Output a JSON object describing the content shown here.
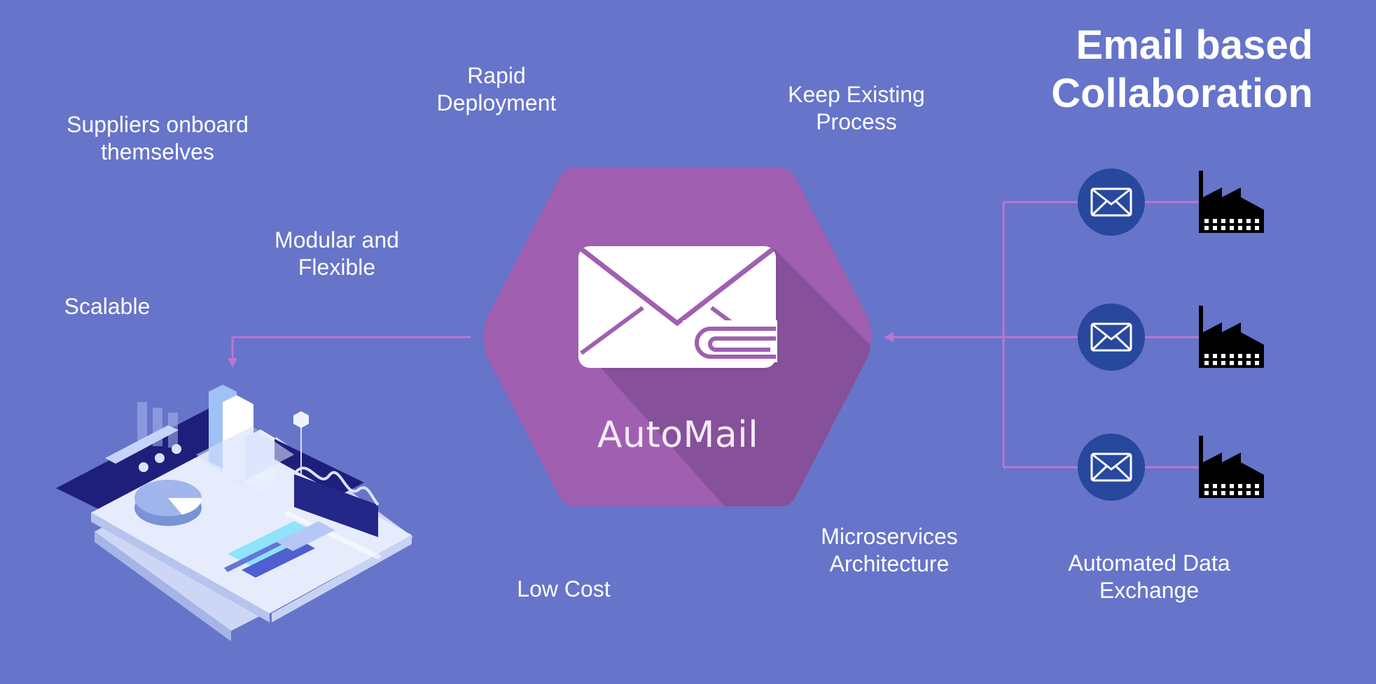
{
  "title": {
    "line1": "Email based",
    "line2": "Collaboration"
  },
  "center": {
    "label": "AutoMail",
    "icon": "envelope-paperclip-icon"
  },
  "features": {
    "rapid_deployment": {
      "line1": "Rapid",
      "line2": "Deployment"
    },
    "keep_existing_process": {
      "line1": "Keep Existing",
      "line2": "Process"
    },
    "suppliers_onboard": {
      "line1": "Suppliers onboard",
      "line2": "themselves"
    },
    "modular_flexible": {
      "line1": "Modular and",
      "line2": "Flexible"
    },
    "scalable": {
      "line1": "Scalable"
    },
    "low_cost": {
      "line1": "Low Cost"
    },
    "microservices": {
      "line1": "Microservices",
      "line2": "Architecture"
    },
    "automated_exchange": {
      "line1": "Automated Data",
      "line2": "Exchange"
    }
  },
  "suppliers": [
    {
      "icon": "factory-icon",
      "mail_icon": "mail-circle-icon"
    },
    {
      "icon": "factory-icon",
      "mail_icon": "mail-circle-icon"
    },
    {
      "icon": "factory-icon",
      "mail_icon": "mail-circle-icon"
    }
  ],
  "dashboard": {
    "icon": "isometric-dashboard-illustration"
  },
  "colors": {
    "background": "#6674ca",
    "hexagon": "#a05fb1",
    "hexagon_shadow": "#86509a",
    "connector": "#bc76cf",
    "mail_circle": "#27489d",
    "factory": "#000000",
    "text": "#ffffff"
  }
}
